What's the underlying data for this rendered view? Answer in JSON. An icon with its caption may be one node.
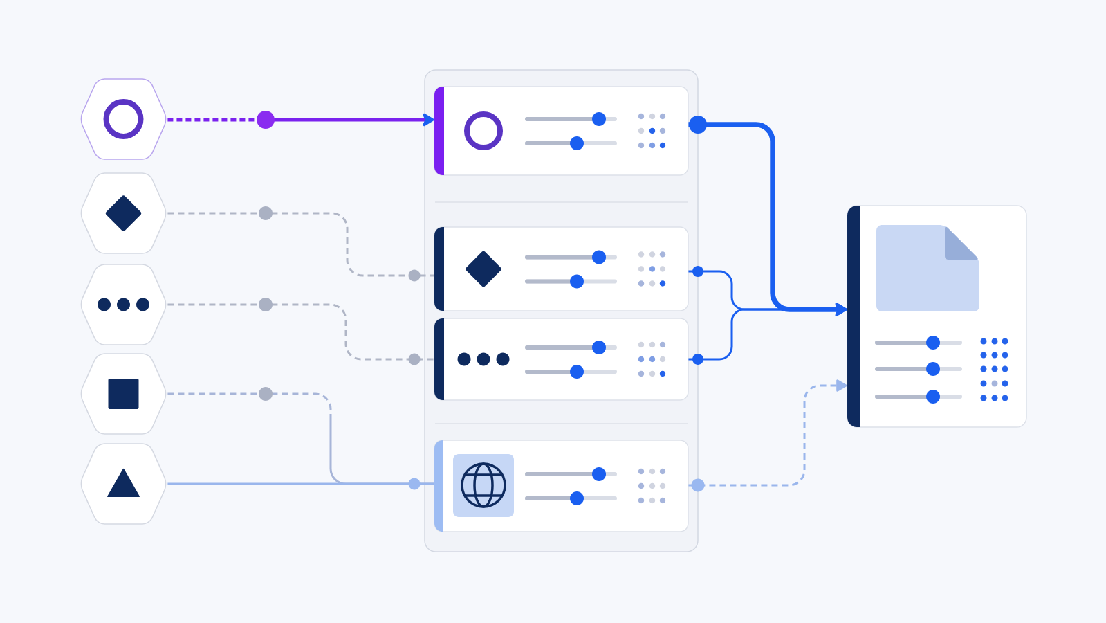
{
  "diagram": {
    "nodes": [
      {
        "text": [],
        "shape": "hexagon"
      },
      {
        "text": [],
        "shape": "hexagon"
      },
      {
        "text": [],
        "shape": "hexagon"
      },
      {
        "text": [],
        "shape": "hexagon"
      },
      {
        "text": [],
        "shape": "hexagon"
      },
      {
        "text": [],
        "shape": "box"
      },
      {
        "text": [],
        "shape": "box",
        "in": 5
      },
      {
        "text": [],
        "shape": "box",
        "in": 5
      },
      {
        "text": [],
        "shape": "box",
        "in": 5
      },
      {
        "text": [],
        "shape": "box",
        "in": 5
      },
      {
        "text": [],
        "shape": "box"
      }
    ],
    "edges": [
      {
        "from": 0,
        "to": 6,
        "arrow": "to",
        "style": "dashed",
        "color": "#7a22ee"
      },
      {
        "from": 1,
        "to": 7,
        "arrow": "none",
        "style": "dashed",
        "color": "#b0b6c6"
      },
      {
        "from": 2,
        "to": 8,
        "arrow": "none",
        "style": "dashed",
        "color": "#b0b6c6"
      },
      {
        "from": 3,
        "to": 9,
        "arrow": "none",
        "style": "dashed",
        "color": "#a7b5d8"
      },
      {
        "from": 4,
        "to": 9,
        "arrow": "none",
        "color": "#9ab6ec"
      },
      {
        "from": 6,
        "to": 10,
        "arrow": "to",
        "style": "thick",
        "color": "#1a5ff0"
      },
      {
        "from": 7,
        "to": 10,
        "arrow": "to",
        "color": "#1a5ff0"
      },
      {
        "from": 8,
        "to": 10,
        "arrow": "to",
        "color": "#1a5ff0"
      },
      {
        "from": 9,
        "to": 10,
        "arrow": "to",
        "style": "dashed",
        "color": "#9ab6ec"
      }
    ]
  }
}
